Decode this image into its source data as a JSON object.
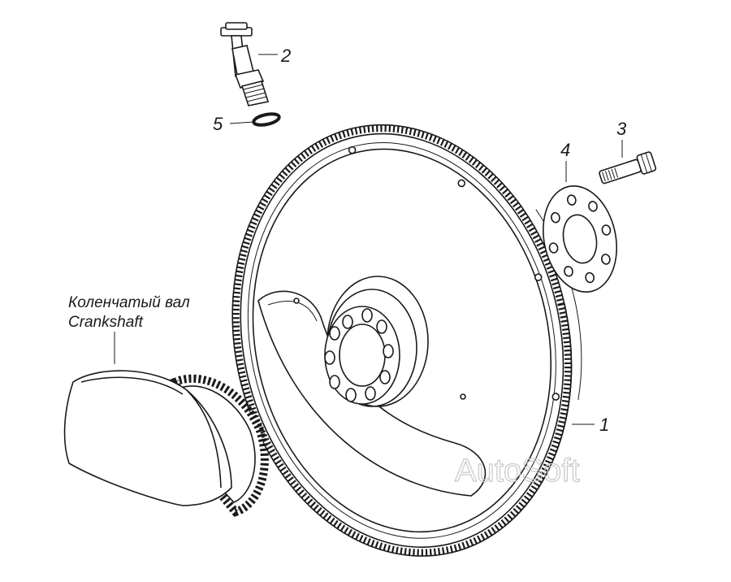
{
  "callouts": {
    "p1": "1",
    "p2": "2",
    "p3": "3",
    "p4": "4",
    "p5": "5"
  },
  "caption": {
    "ru": "Коленчатый вал",
    "en": "Crankshaft"
  },
  "watermark": "AutoSoft"
}
